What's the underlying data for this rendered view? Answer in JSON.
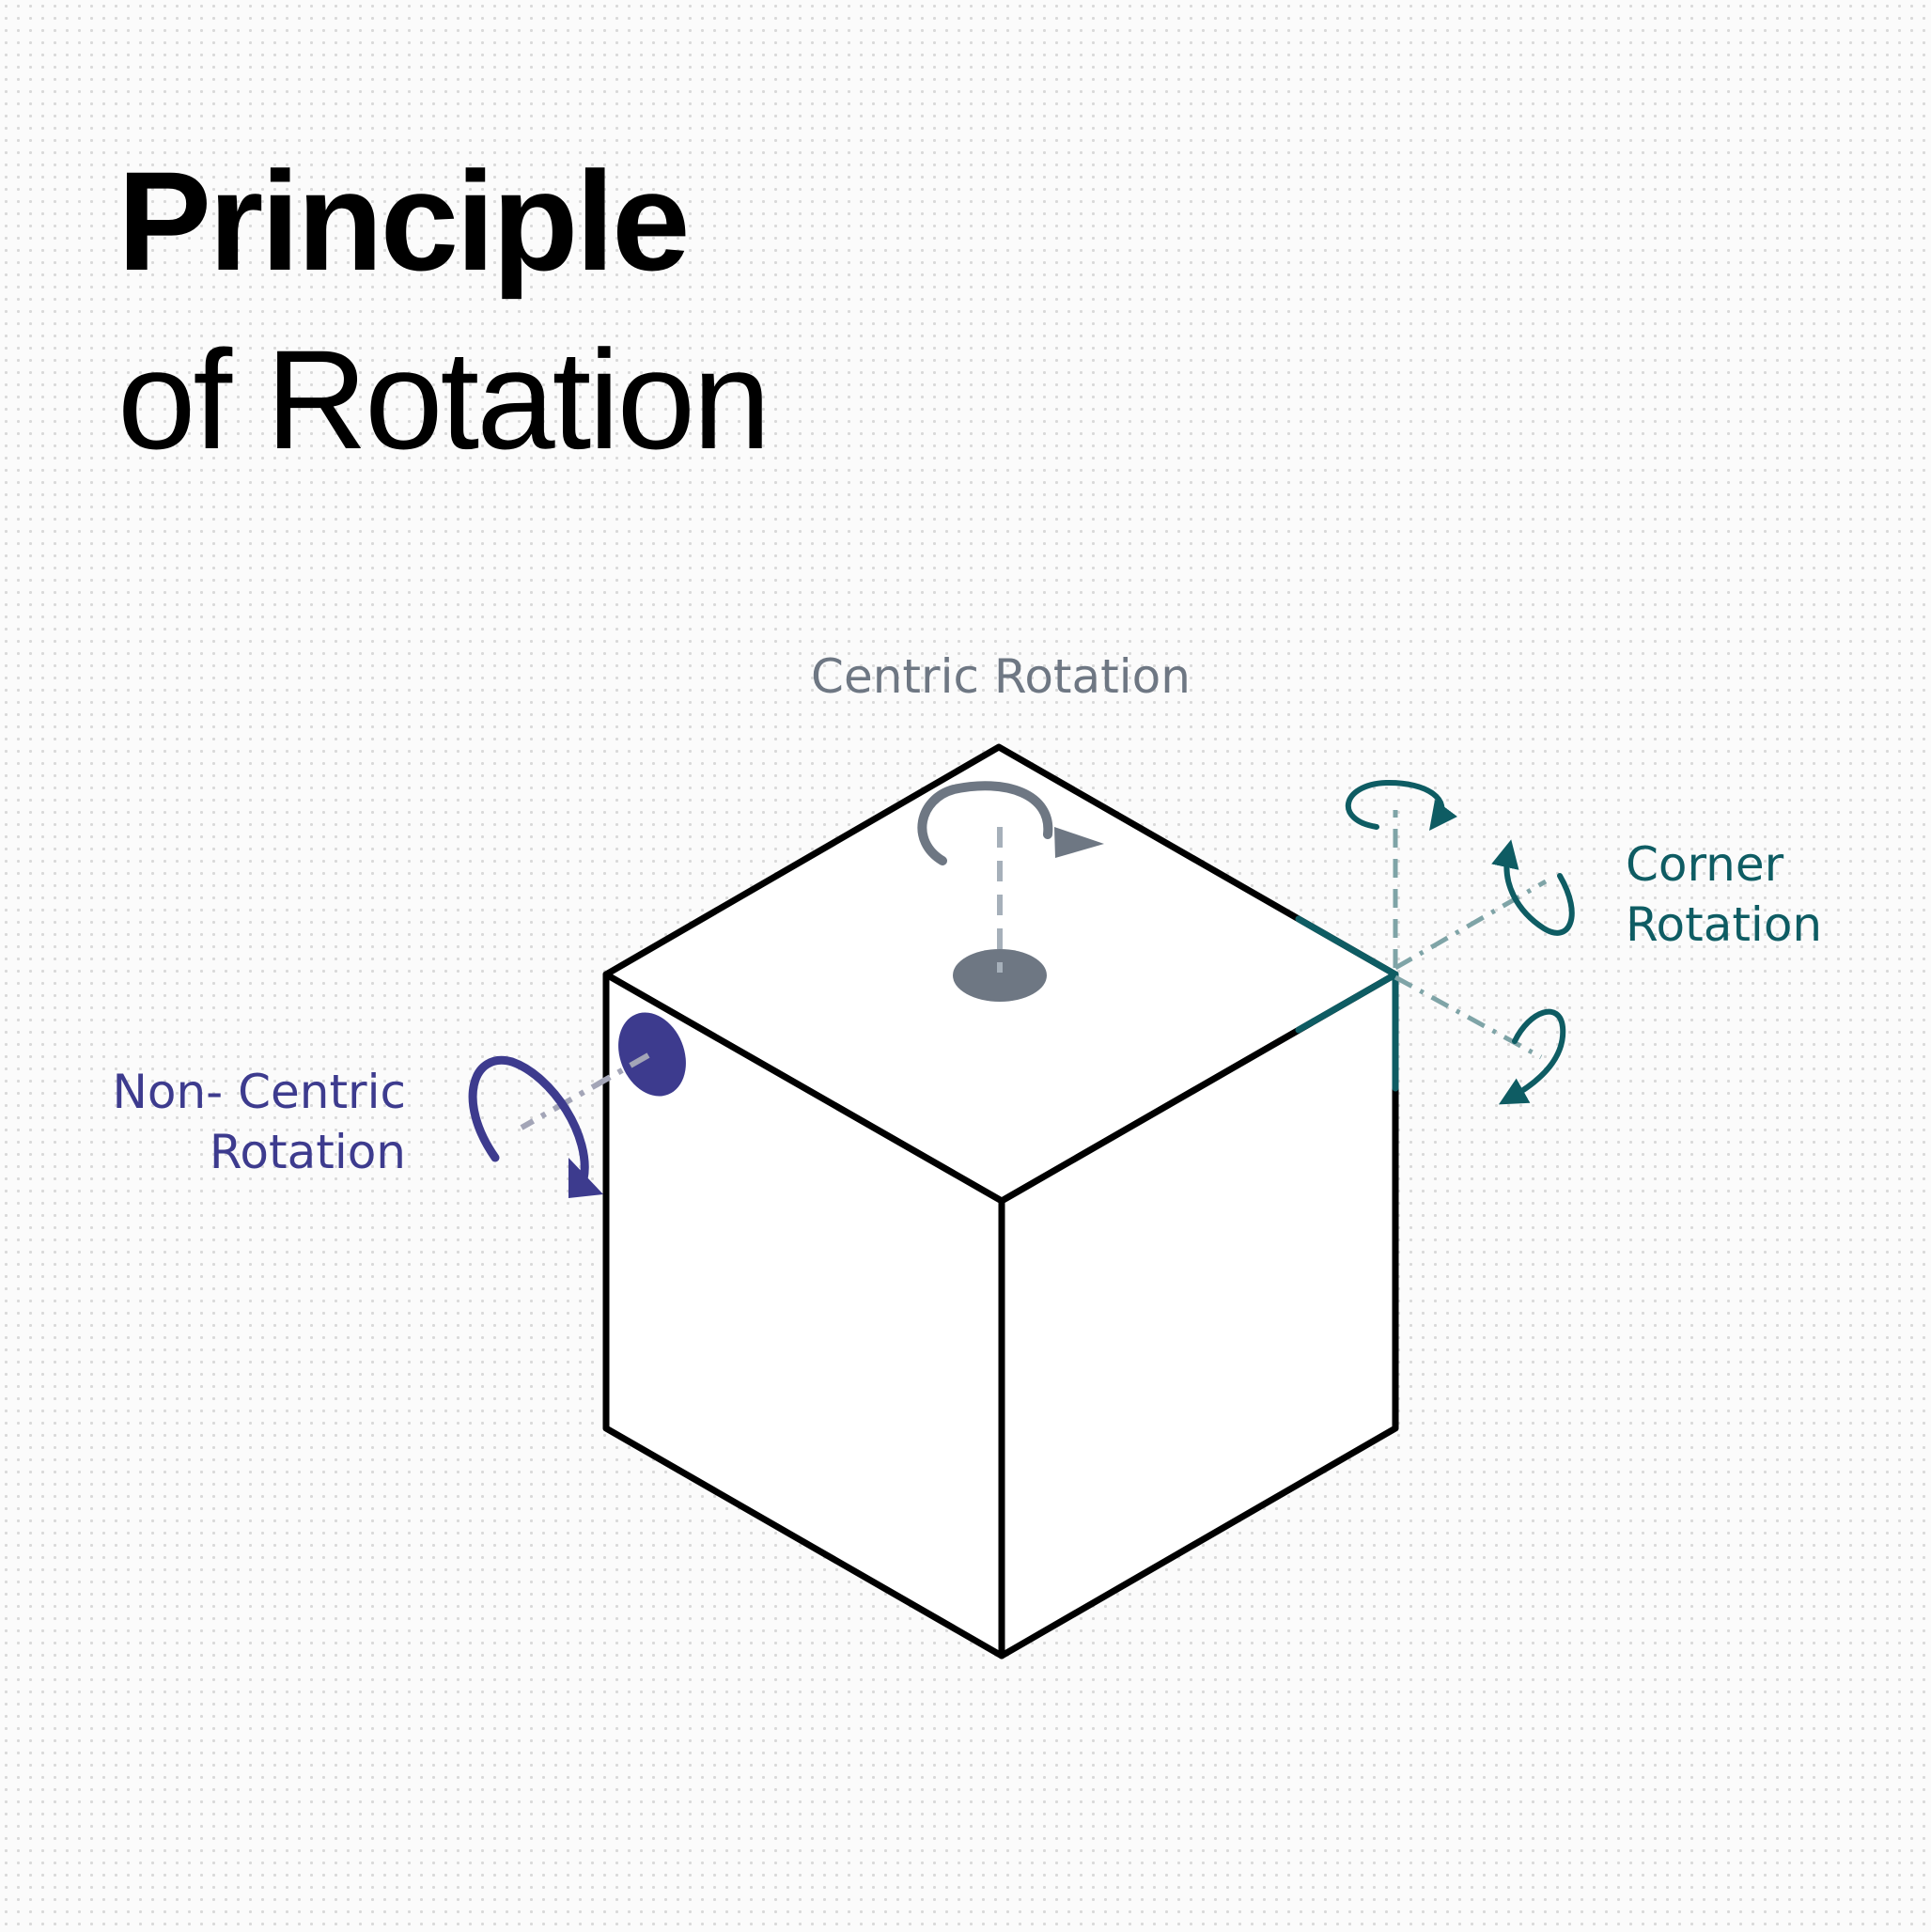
{
  "title": {
    "line1": "Principle",
    "line2": "of Rotation"
  },
  "labels": {
    "centric": "Centric Rotation",
    "corner_line1": "Corner",
    "corner_line2": "Rotation",
    "noncentric_line1": "Non- Centric",
    "noncentric_line2": "Rotation"
  },
  "colors": {
    "background": "#fbfbfb",
    "title": "#000000",
    "cube_outline": "#000000",
    "centric": "#6e7783",
    "centric_axis": "#a6b0ba",
    "corner": "#0e5c63",
    "corner_axis": "#7fa4a7",
    "noncentric": "#3d3b8e",
    "noncentric_axis": "#a3a5b7"
  }
}
